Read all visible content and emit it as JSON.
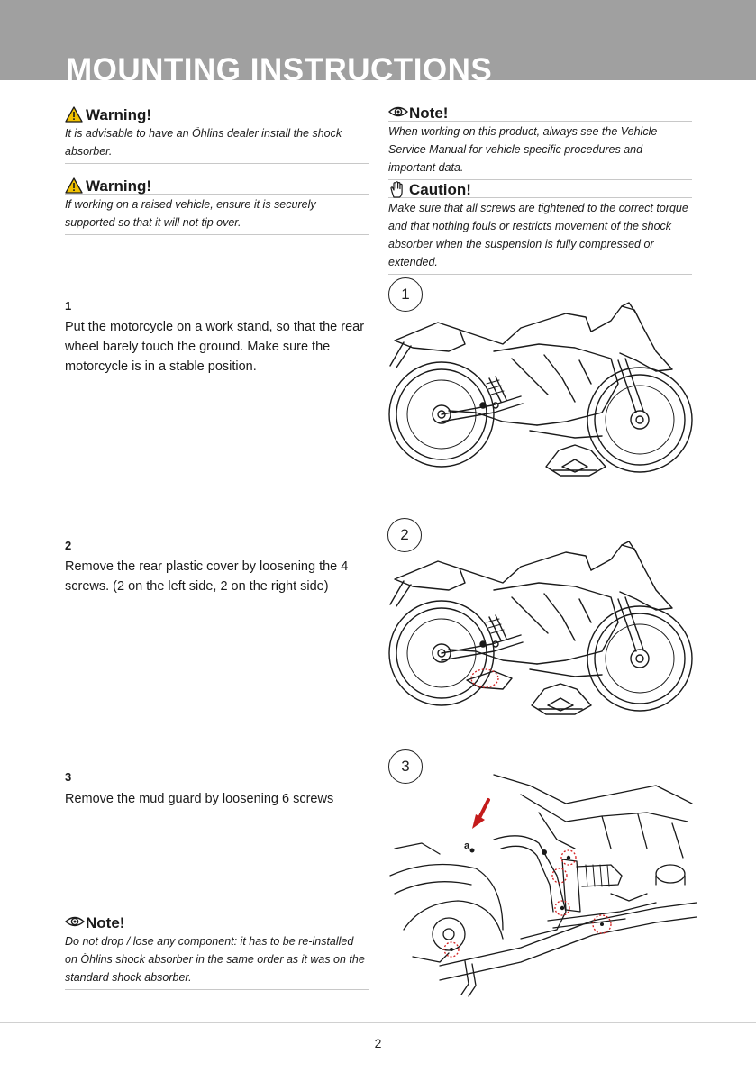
{
  "header": {
    "title": "MOUNTING INSTRUCTIONS"
  },
  "notices": {
    "warning_1": {
      "label": "Warning!",
      "text": "It is advisable to have an Öhlins dealer install the shock absorber."
    },
    "warning_2": {
      "label": "Warning!",
      "text": "If working on a raised vehicle, ensure it is securely supported so that it will not tip over."
    },
    "note_1": {
      "label": "Note!",
      "text": "When working on this product, always see the Vehicle Service Manual for vehicle specific procedures and important data."
    },
    "caution_1": {
      "label": "Caution!",
      "text": "Make sure that all screws are tightened to the correct torque and that nothing fouls or restricts movement of the shock absorber when the suspension is fully compressed or extended."
    },
    "note_2": {
      "label": "Note!",
      "text": "Do not drop / lose any component: it has to be re-installed on Öhlins shock absorber in the same order as it was on the standard shock absorber."
    }
  },
  "steps": [
    {
      "number": "1",
      "text": "Put the motorcycle on a work stand, so that the rear wheel barely touch the ground. Make sure the motorcycle is in a stable position.",
      "figure_label": "1"
    },
    {
      "number": "2",
      "text": "Remove the rear plastic cover by loosening the 4 screws. (2 on the left side, 2 on the right side)",
      "figure_label": "2"
    },
    {
      "number": "3",
      "text": "Remove the mud guard by loosening 6 screws",
      "figure_label": "3",
      "figure_callout": "a"
    }
  ],
  "footer": {
    "page_number": "2"
  },
  "colors": {
    "header_band": "#a0a0a0",
    "highlight_red": "#d42020",
    "warning_yellow": "#f2c200"
  },
  "icons": {
    "warning": "warning-triangle-icon",
    "note": "eye-icon",
    "caution": "hand-icon"
  }
}
